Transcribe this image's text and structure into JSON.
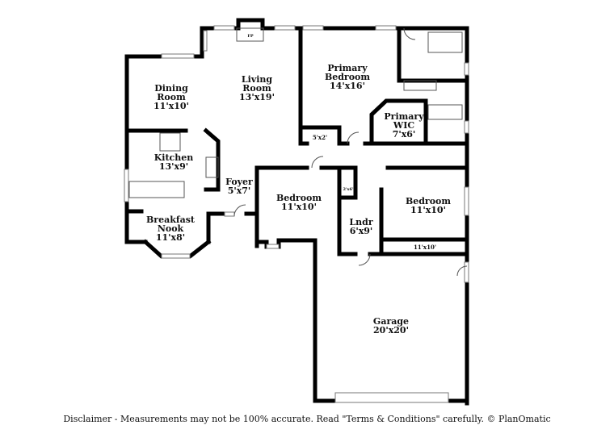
{
  "rooms": {
    "dining": {
      "name1": "Dining",
      "name2": "Room",
      "size": "11'x10'"
    },
    "living": {
      "name1": "Living",
      "name2": "Room",
      "size": "13'x19'"
    },
    "primary_bedroom": {
      "name1": "Primary",
      "name2": "Bedroom",
      "size": "14'x16'"
    },
    "primary_wic": {
      "name1": "Primary",
      "name2": "WIC",
      "size": "7'x6'"
    },
    "closet_primary": {
      "size": "5'x2'"
    },
    "kitchen": {
      "name": "Kitchen",
      "size": "13'x9'"
    },
    "foyer": {
      "name": "Foyer",
      "size": "5'x7'"
    },
    "bedroom_1": {
      "name": "Bedroom",
      "size": "11'x10'"
    },
    "closet_small": {
      "size": "2'x6'"
    },
    "bedroom_2": {
      "name": "Bedroom",
      "size": "11'x10'"
    },
    "bedroom_2_closet": {
      "size": "11'x10'"
    },
    "laundry": {
      "name": "Lndr",
      "size": "6'x9'"
    },
    "breakfast": {
      "name1": "Breakfast",
      "name2": "Nook",
      "size": "11'x8'"
    },
    "garage": {
      "name": "Garage",
      "size": "20'x20'"
    },
    "fireplace": {
      "label": "FP"
    }
  },
  "disclaimer": "Disclaimer - Measurements may not be 100% accurate. Read \"Terms & Conditions\" carefully. © PlanOmatic"
}
